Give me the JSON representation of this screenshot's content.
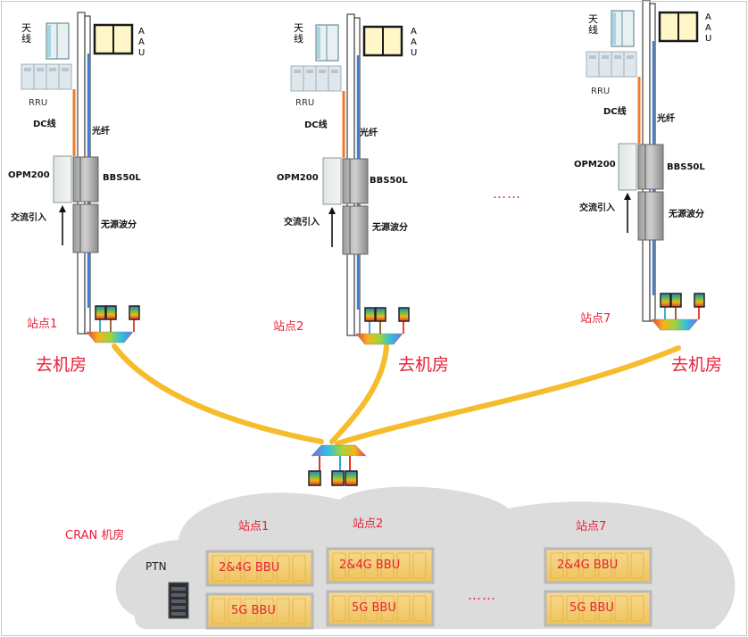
{
  "site1": {
    "antenna": "天线",
    "aau": "A\nA\nU",
    "rru": "RRU",
    "dc": "DC线",
    "fiber": "光纤",
    "opm": "OPM200",
    "bbs": "BBS50L",
    "ac": "交流引入",
    "passive": "无源波分",
    "site": "站点1",
    "goto": "去机房"
  },
  "site2": {
    "antenna": "天线",
    "aau": "A\nA\nU",
    "rru": "RRU",
    "dc": "DC线",
    "fiber": "光纤",
    "opm": "OPM200",
    "bbs": "BBS50L",
    "ac": "交流引入",
    "passive": "无源波分",
    "site": "站点2",
    "goto": "去机房"
  },
  "site7": {
    "antenna": "天线",
    "aau": "A\nA\nU",
    "rru": "RRU",
    "dc": "DC线",
    "fiber": "光纤",
    "opm": "OPM200",
    "bbs": "BBS50L",
    "ac": "交流引入",
    "passive": "无源波分",
    "site": "站点7",
    "goto": "去机房"
  },
  "ellipsis_top": "……",
  "ellipsis_bottom": "……",
  "cran": {
    "title": "CRAN 机房",
    "ptn": "PTN",
    "sites": [
      "站点1",
      "站点2",
      "站点7"
    ],
    "bbu_4g": "2&4G BBU",
    "bbu_5g": "5G BBU"
  },
  "colors": {
    "red": "#e8203a",
    "fiber_yellow": "#f5bc2c",
    "blue_fiber": "#3b7fd9",
    "dc_orange": "#ee7b2a",
    "cloud": "#d9d9d9",
    "bbu_fill": "#f2ca6a"
  }
}
